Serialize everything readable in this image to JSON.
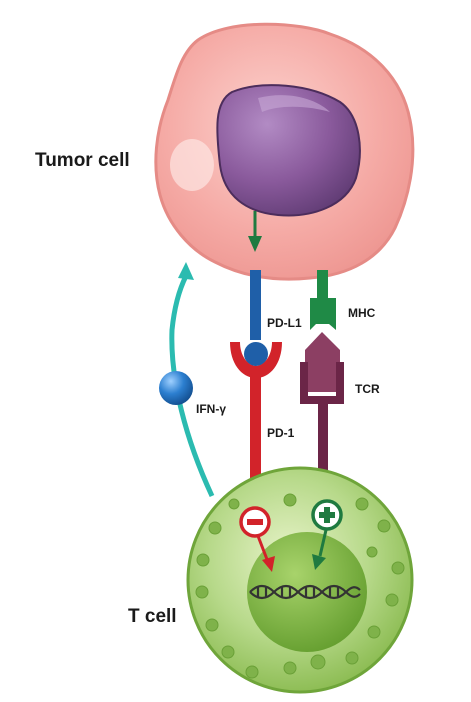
{
  "labels": {
    "tumor_cell": "Tumor cell",
    "t_cell": "T cell",
    "pd_l1": "PD-L1",
    "pd_1": "PD-1",
    "mhc": "MHC",
    "tcr": "TCR",
    "ifn_gamma": "IFN-γ",
    "inhibit_sign": "−",
    "activate_sign": "+"
  },
  "colors": {
    "tumor_fill": "#f5a9a4",
    "tumor_outline": "#e58b86",
    "nucleus": "#8e5a9e",
    "pd_l1": "#1f5fa8",
    "pd_1": "#d2232a",
    "mhc": "#1f8a46",
    "tcr": "#6b2547",
    "ifn_arrow": "#2bbbb0",
    "ifn_ball": "#1f6fc0",
    "t_cell_fill": "#a3cc6a",
    "t_cell_nucleus": "#79ad3e",
    "dna": "#333333",
    "background": "#ffffff"
  },
  "icons": [
    "inhibit-sign-icon",
    "activate-sign-icon",
    "dna-icon"
  ]
}
